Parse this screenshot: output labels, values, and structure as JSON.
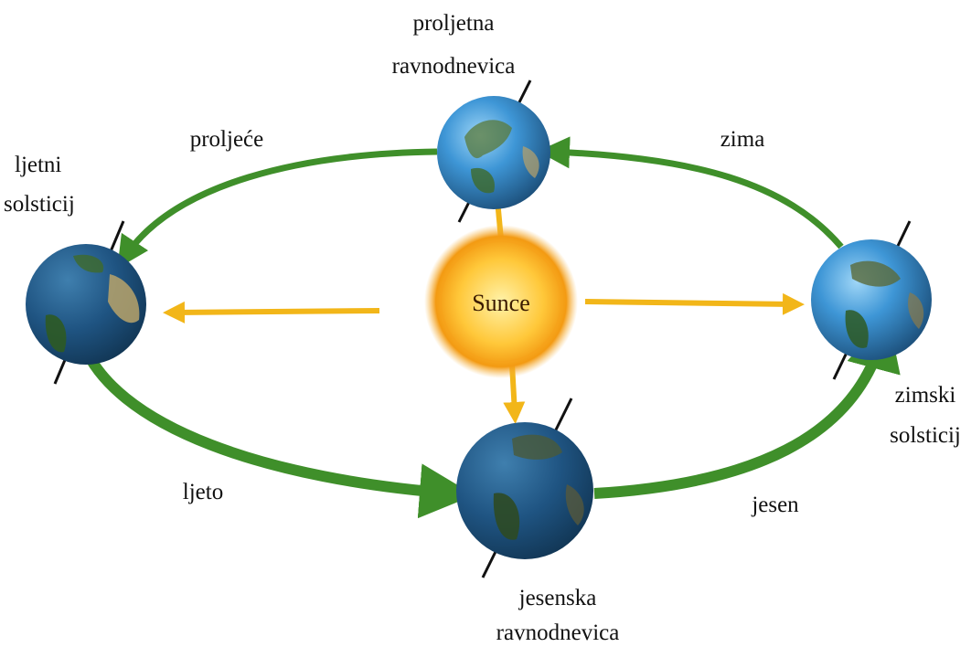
{
  "labels": {
    "sun": "Sunce",
    "spring_equinox_line1": "proljetna",
    "spring_equinox_line2": "ravnodnevica",
    "summer_solstice_line1": "ljetni",
    "summer_solstice_line2": "solsticij",
    "winter_solstice_line1": "zimski",
    "winter_solstice_line2": "solsticij",
    "autumn_equinox_line1": "jesenska",
    "autumn_equinox_line2": "ravnodnevica",
    "season_spring": "proljeće",
    "season_winter": "zima",
    "season_summer": "ljeto",
    "season_autumn": "jesen"
  },
  "colors": {
    "orbit_green": "#3f8f2a",
    "ray_yellow": "#f2b619",
    "sun_core": "#ffe07a",
    "sun_edge": "#f39a12",
    "ocean_light": "#4aa3e0",
    "ocean_dark": "#1c4f7a",
    "land": "#5a7a3a"
  },
  "icons": [
    "sun-icon",
    "earth-globe-icon",
    "orbit-arrow-icon",
    "sunlight-arrow-icon"
  ]
}
